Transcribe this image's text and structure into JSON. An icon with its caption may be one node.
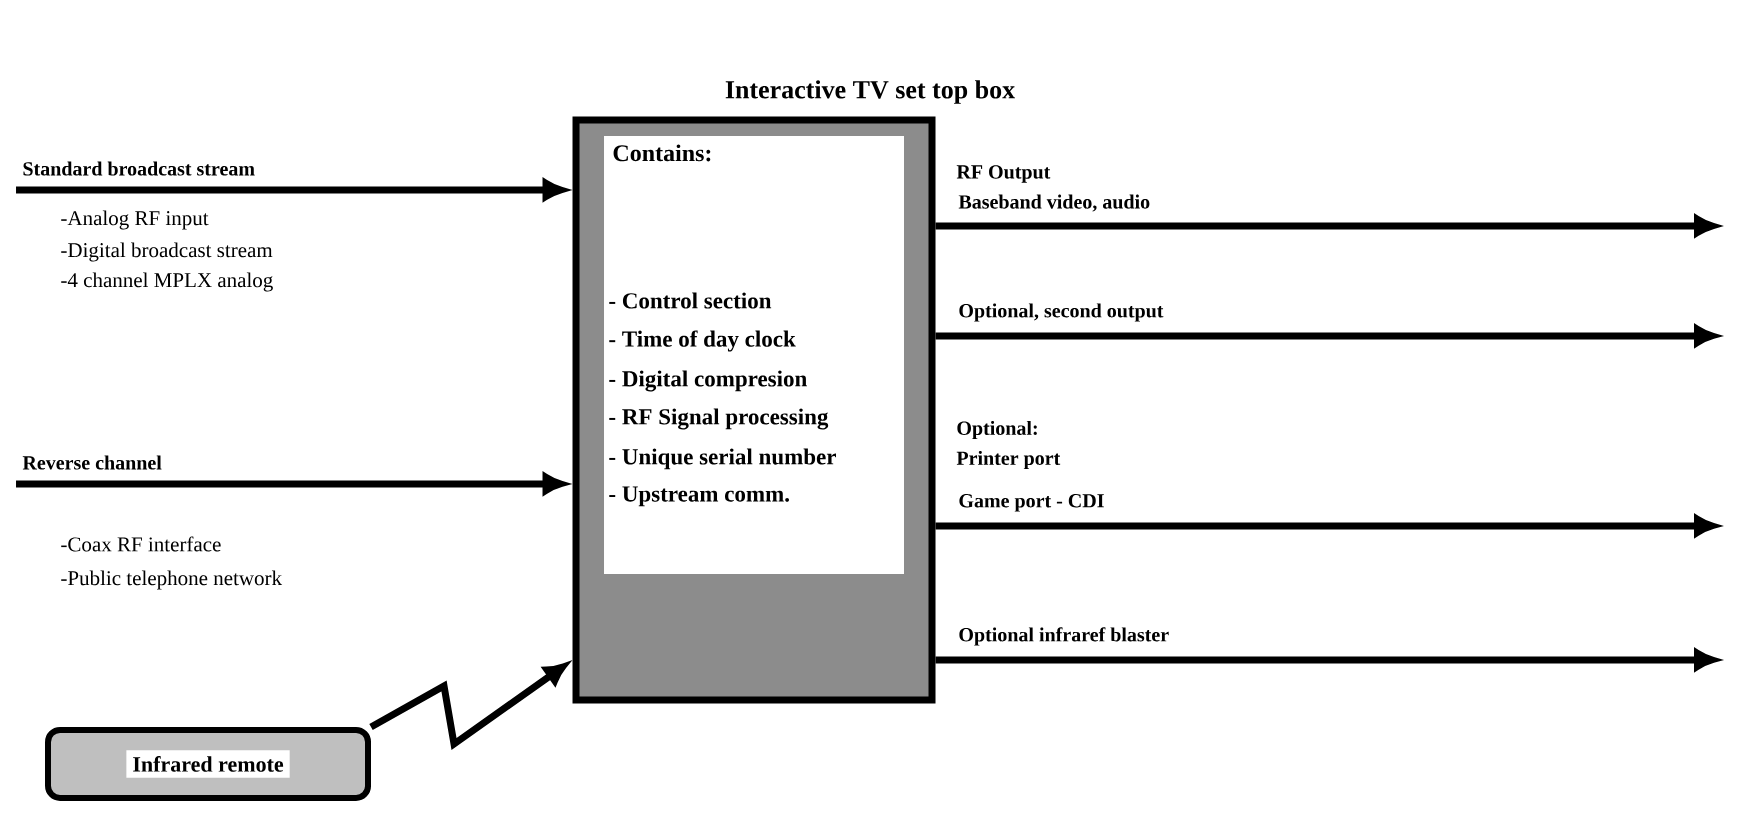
{
  "diagram": {
    "title": "Interactive TV set top box",
    "nodes": [
      {
        "text": [
          "Contains:",
          "- Control section",
          "- Time of day clock",
          "- Digital compresion",
          "- RF Signal processing",
          "- Unique serial number",
          "- Upstream comm."
        ]
      },
      {
        "text": [
          "Infrared remote"
        ]
      }
    ],
    "edges": [
      {
        "from": null,
        "to": 0,
        "arrow": "to",
        "label": "Standard broadcast stream"
      },
      {
        "from": null,
        "to": 0,
        "arrow": "to",
        "label": "Reverse channel"
      },
      {
        "from": 1,
        "to": 0,
        "arrow": "to"
      },
      {
        "from": 0,
        "to": null,
        "arrow": "to",
        "label": "Baseband video, audio"
      },
      {
        "from": 0,
        "to": null,
        "arrow": "to",
        "label": "Optional, second output"
      },
      {
        "from": 0,
        "to": null,
        "arrow": "to",
        "label": "Game port - CDI"
      },
      {
        "from": 0,
        "to": null,
        "arrow": "to",
        "label": "Optional infraref blaster"
      }
    ],
    "labels": [
      "-Analog RF input",
      "-Digital broadcast stream",
      "-4 channel MPLX analog",
      "-Coax RF interface",
      "-Public telephone network",
      "RF Output",
      "Optional:",
      "Printer port"
    ]
  }
}
